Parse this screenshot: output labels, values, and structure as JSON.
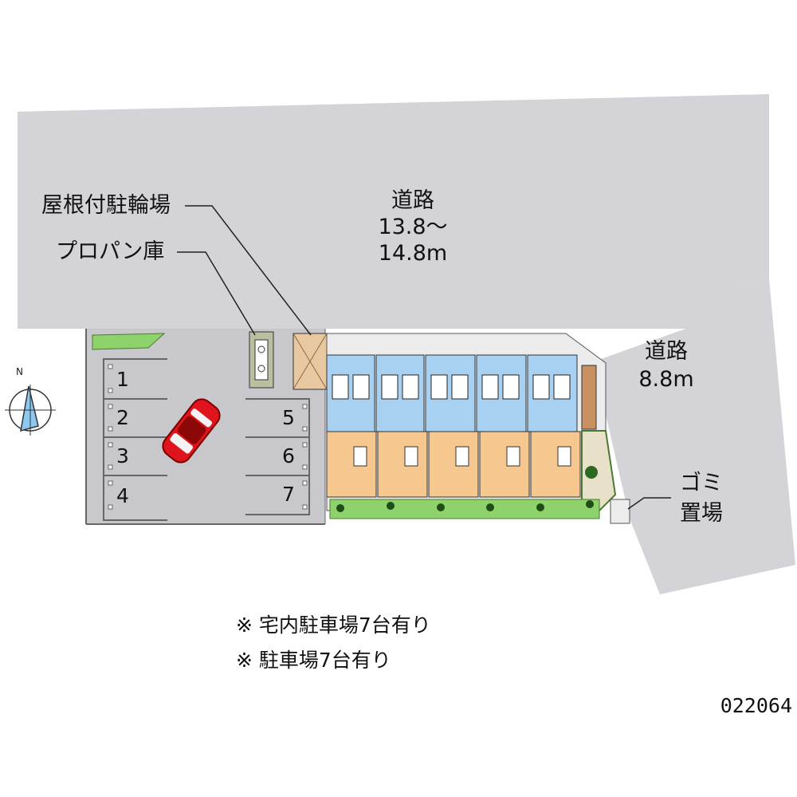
{
  "colors": {
    "road": "#d3d3d8",
    "lot": "#c8c8cc",
    "lot_line": "#555555",
    "unit_blue": "#a8d0f0",
    "unit_orange": "#f6c890",
    "green": "#8ed26c",
    "car": "#e0141c",
    "roof_parking": "#e8c8a0"
  },
  "labels": {
    "main_road": {
      "name": "道路",
      "width_line1": "13.8～",
      "width_line2": "14.8m"
    },
    "side_road": {
      "name": "道路",
      "width": "8.8m"
    },
    "bicycle_parking": "屋根付駐輪場",
    "propane_storage": "プロパン庫",
    "garbage_line1": "ゴミ",
    "garbage_line2": "置場"
  },
  "compass": {
    "north": "N",
    "icon": "compass-north-arrow-icon"
  },
  "parking_spaces": [
    "1",
    "2",
    "3",
    "4",
    "5",
    "6",
    "7"
  ],
  "notes": [
    "※ 宅内駐車場7台有り",
    "※ 駐車場7台有り"
  ],
  "property_code": "022064"
}
